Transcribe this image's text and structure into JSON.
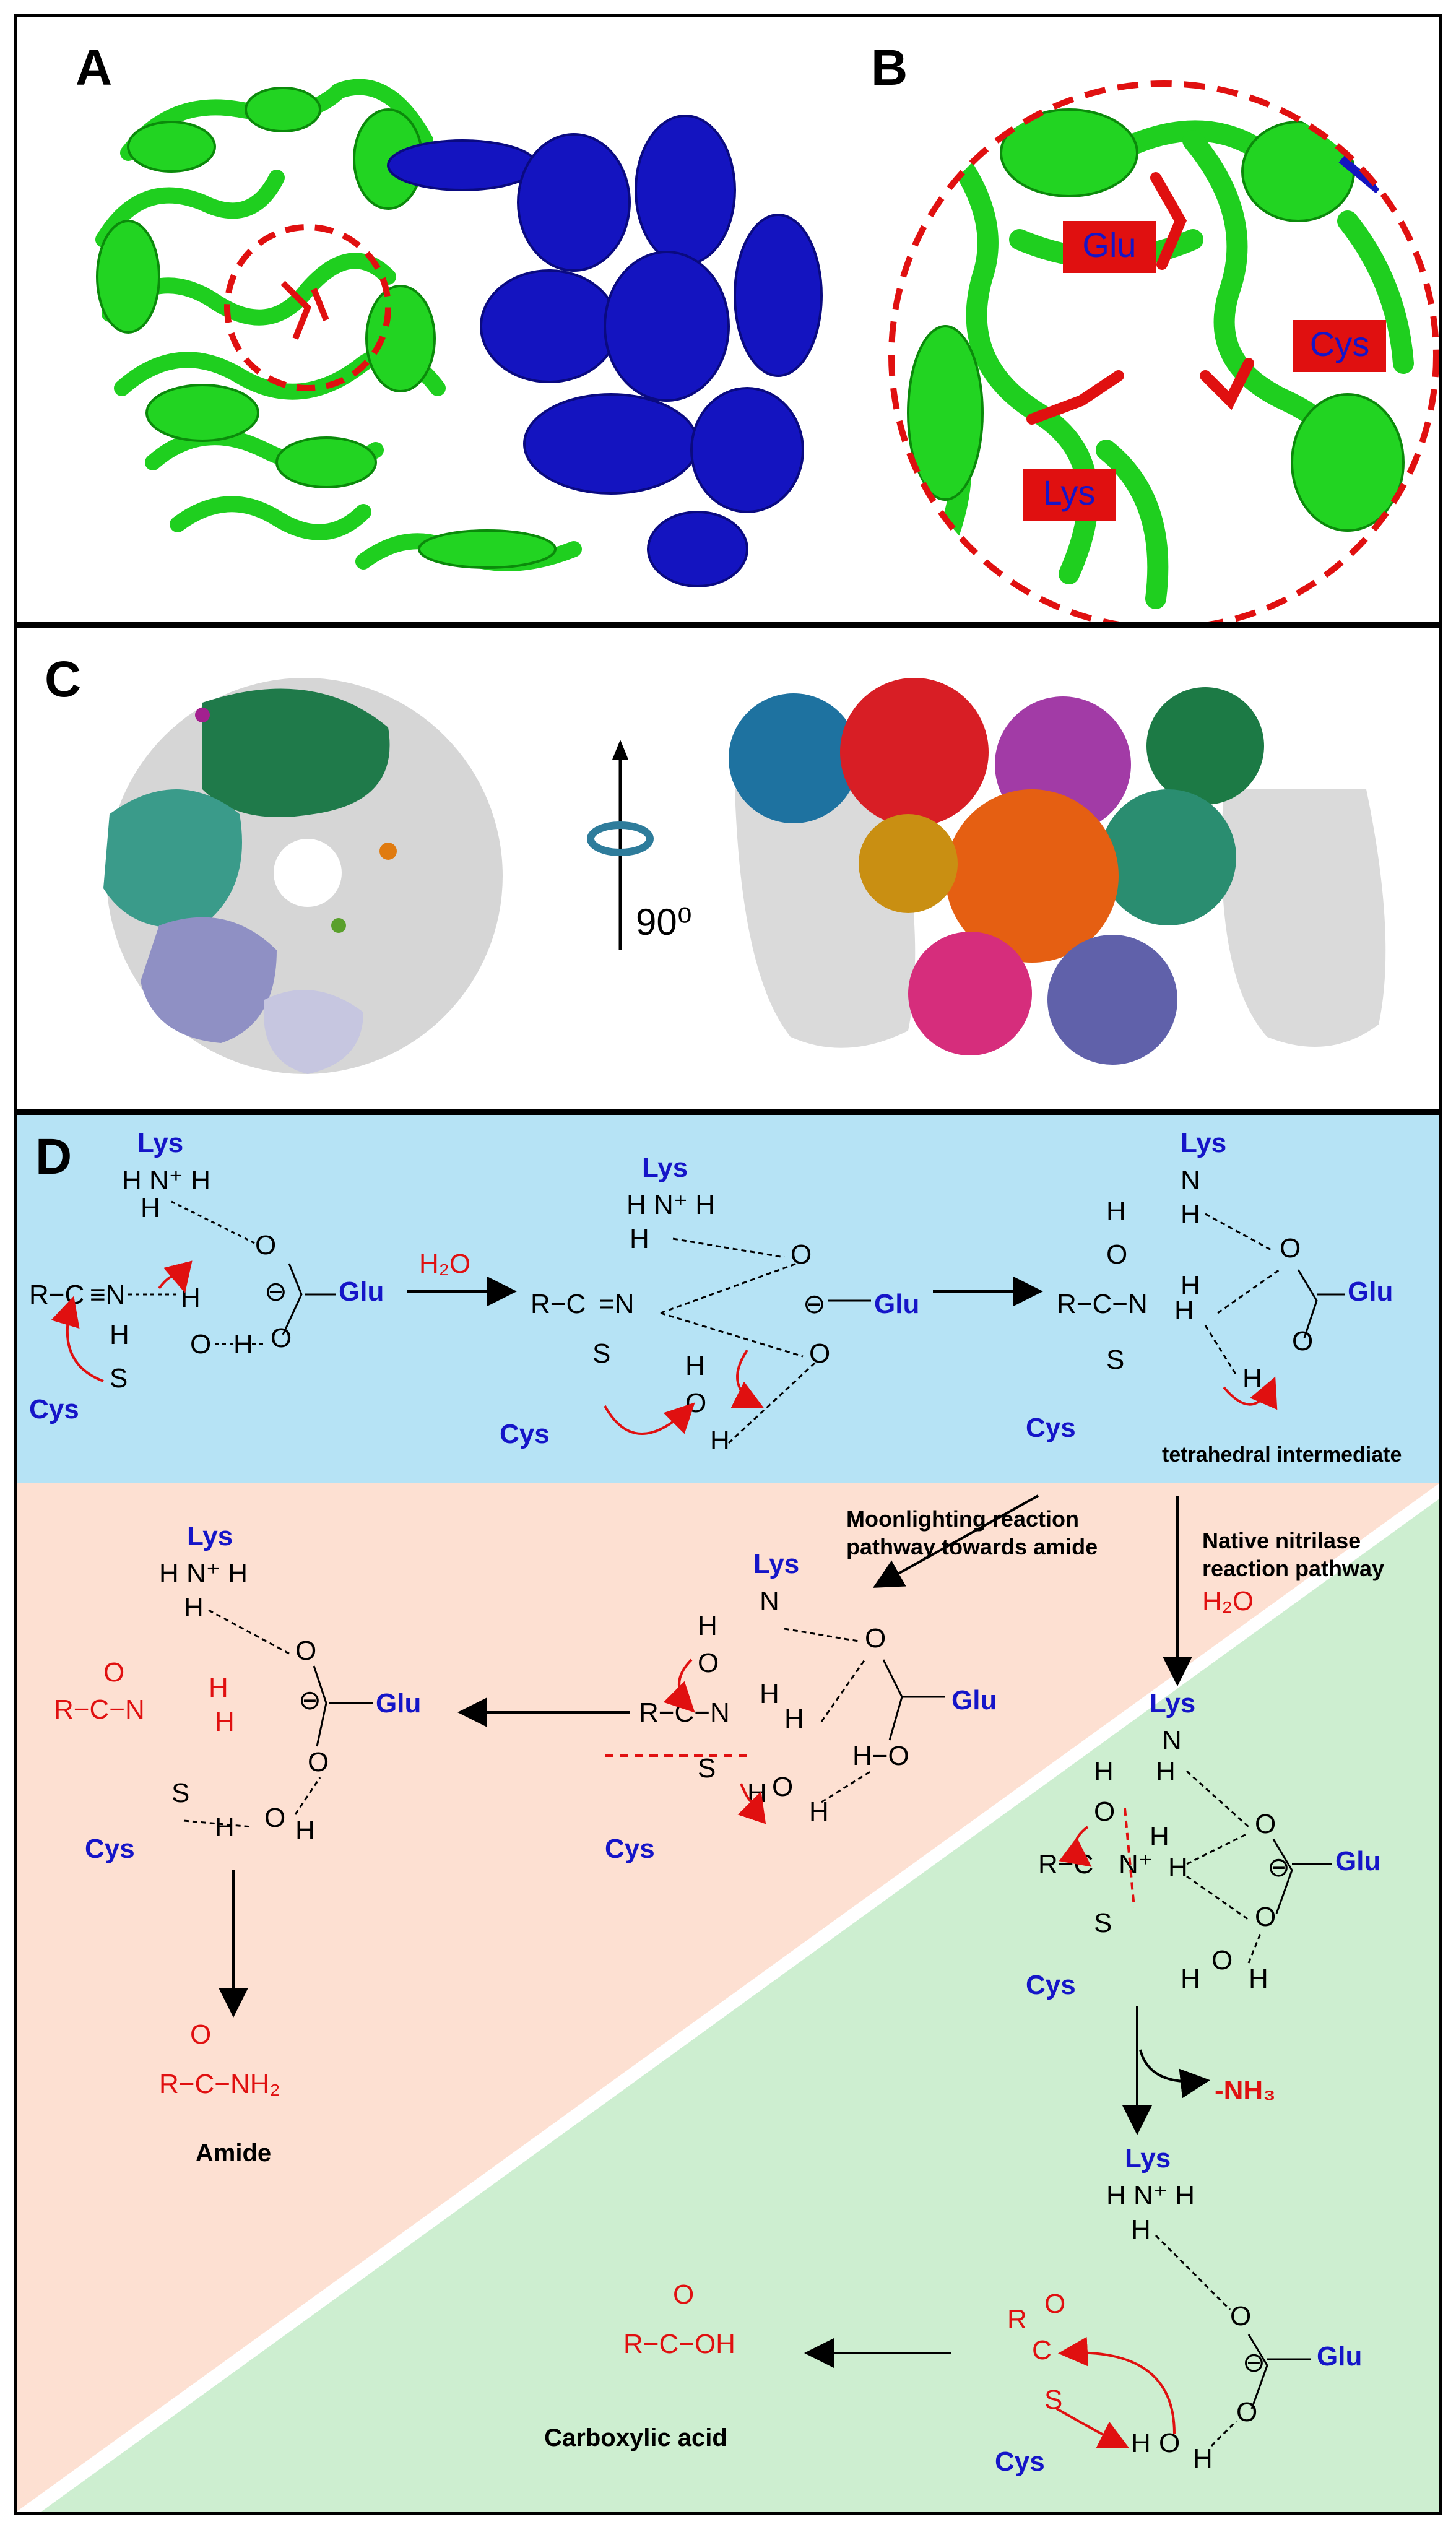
{
  "panels": {
    "a": {
      "label": "A"
    },
    "b": {
      "label": "B",
      "residues": [
        "Glu",
        "Cys",
        "Lys"
      ]
    },
    "c": {
      "label": "C",
      "rotation": "90⁰"
    },
    "d": {
      "label": "D"
    }
  },
  "mechanism": {
    "residues": {
      "lys": "Lys",
      "glu": "Glu",
      "cys": "Cys"
    },
    "water": "H₂O",
    "nitrile": "R−C≡N",
    "tetrahedral_label": "tetrahedral intermediate",
    "moonlighting_label_1": "Moonlighting reaction",
    "moonlighting_label_2": "pathway towards amide",
    "native_label_1": "Native nitrilase",
    "native_label_2": "reaction pathway",
    "ammonia_loss": "-NH₃",
    "amide_formula": "R−C−NH₂",
    "amide_name": "Amide",
    "acid_formula": "R−C−OH",
    "acid_name": "Carboxylic acid"
  },
  "colors": {
    "green_protein": "#1fcf1f",
    "blue_protein": "#1414c0",
    "highlight_red": "#e01010",
    "region_blue": "#b6e3f5",
    "region_peach": "#fde0d2",
    "region_green": "#cdeed0"
  }
}
